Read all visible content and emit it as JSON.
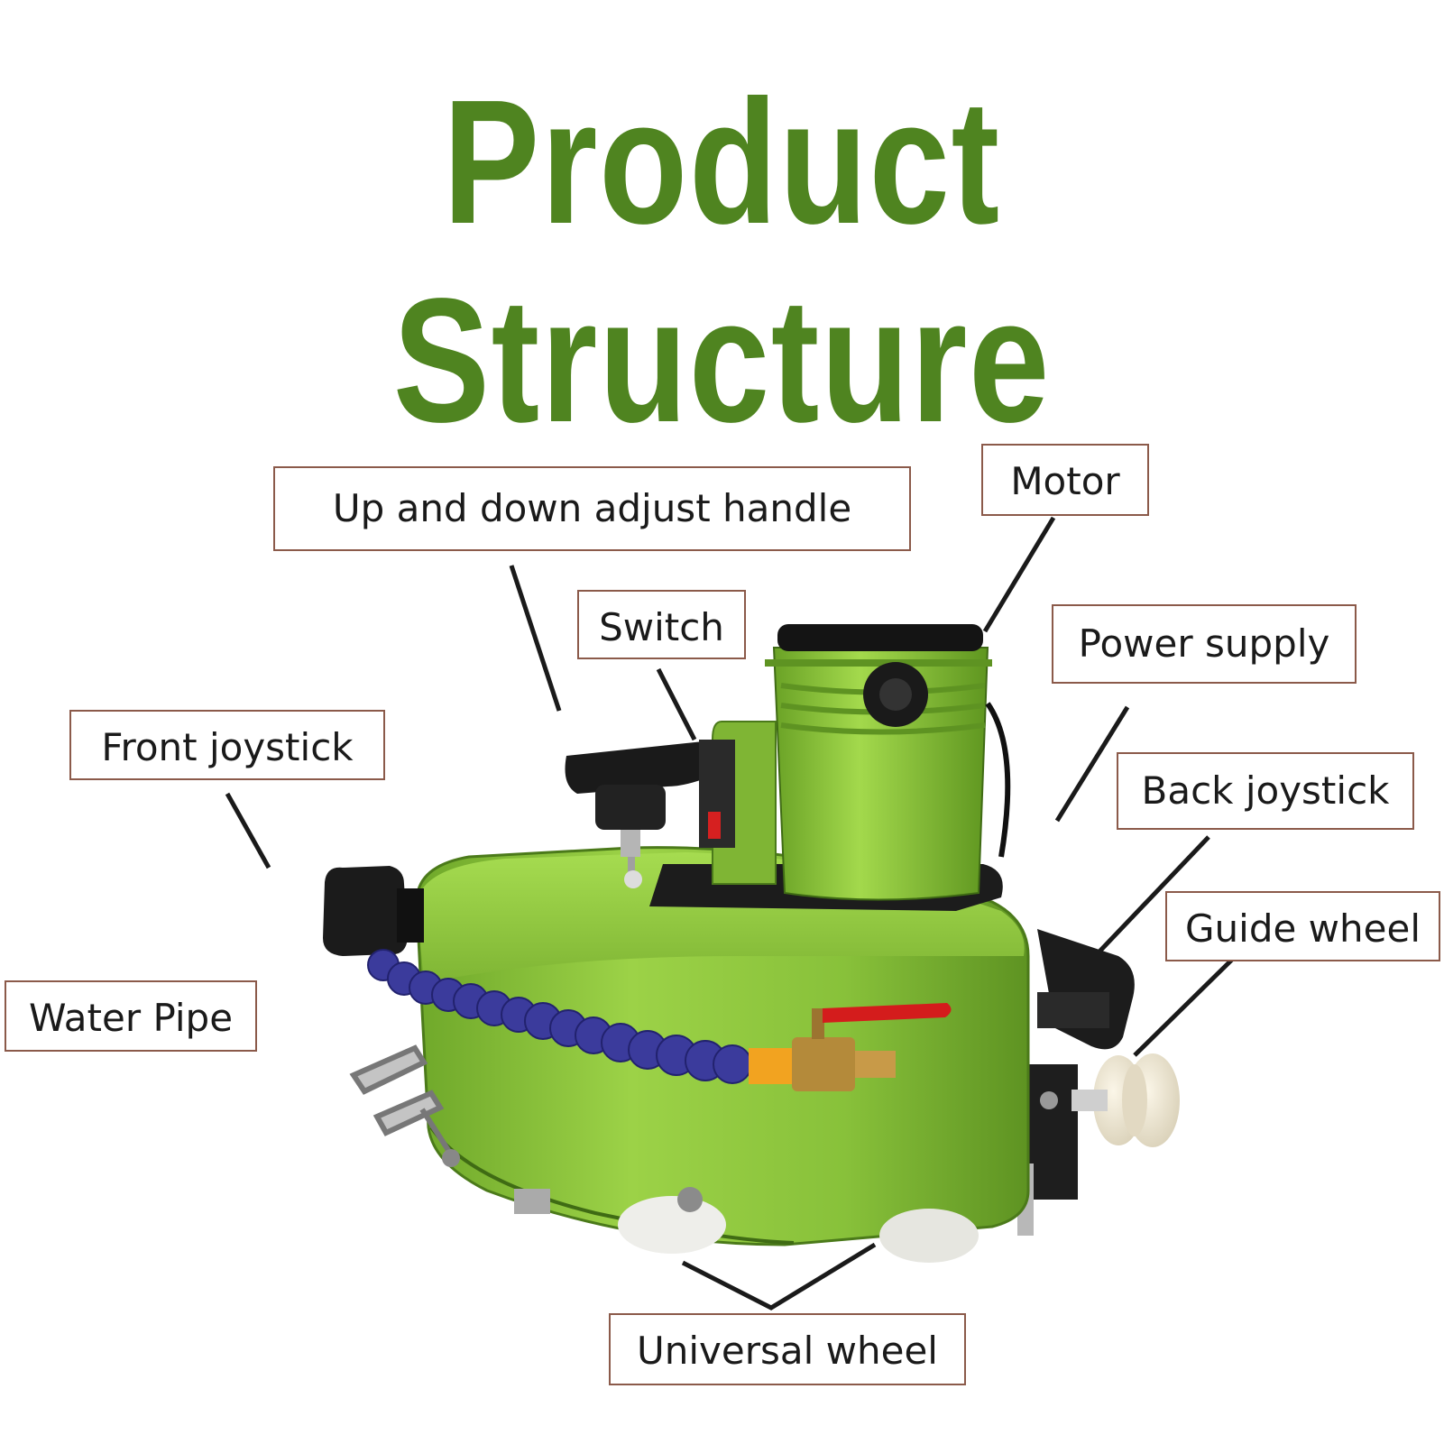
{
  "title": "Product Structure",
  "labels": {
    "up_down_adjust_handle": "Up and down adjust handle",
    "motor": "Motor",
    "switch": "Switch",
    "power_supply": "Power supply",
    "front_joystick": "Front joystick",
    "back_joystick": "Back joystick",
    "guide_wheel": "Guide wheel",
    "water_pipe": "Water Pipe",
    "universal_wheel": "Universal wheel"
  },
  "colors": {
    "title_green": "#4f8420",
    "body_green": "#8cc63f",
    "label_border": "#8b5a4a",
    "hose_blue": "#3a3a9a"
  }
}
